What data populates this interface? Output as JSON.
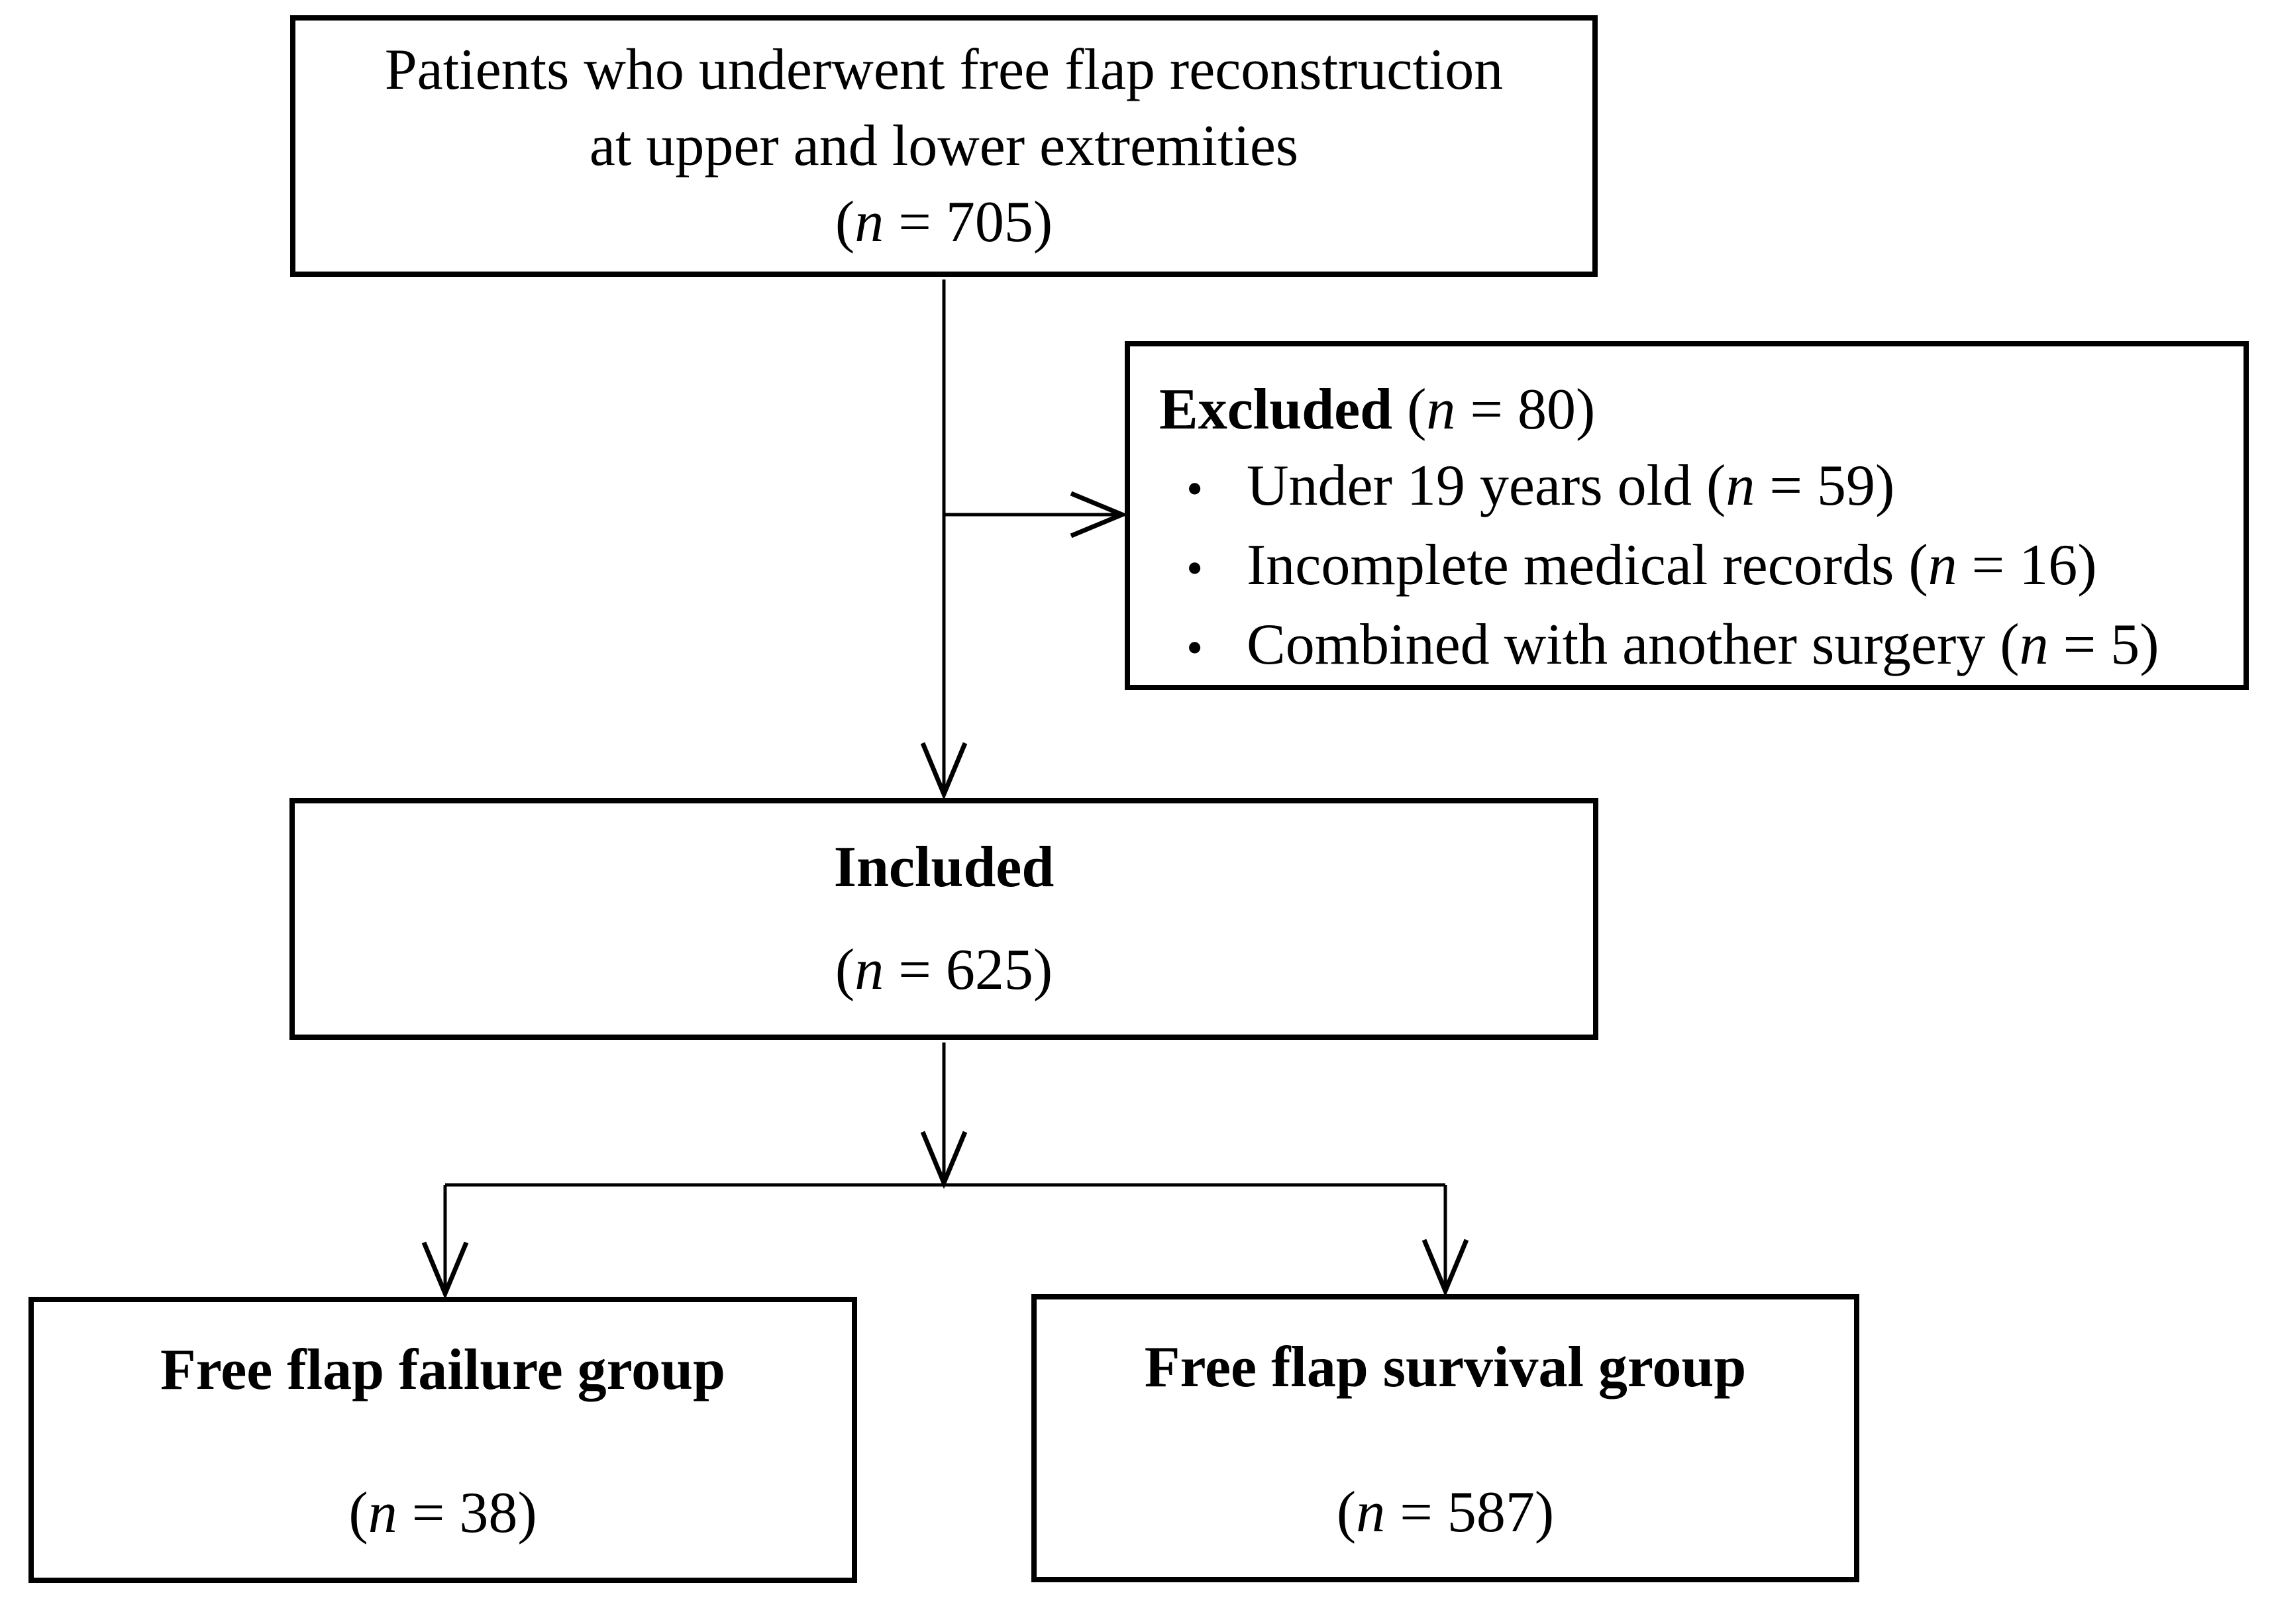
{
  "colors": {
    "ink": "#000000",
    "paper": "#ffffff"
  },
  "top_box": {
    "line1": "Patients who underwent free flap reconstruction",
    "line2": "at upper and lower extremities",
    "count_prefix": "(",
    "count_var": "n",
    "count_suffix": " = 705)"
  },
  "excluded_box": {
    "title_bold": "Excluded",
    "title_prefix": " (",
    "title_var": "n",
    "title_suffix": " = 80)",
    "bullet_glyph": "•",
    "items": [
      {
        "text": "Under 19 years old (",
        "var": "n",
        "suffix": " = 59)"
      },
      {
        "text": "Incomplete medical records (",
        "var": "n",
        "suffix": " = 16)"
      },
      {
        "text": "Combined with another surgery (",
        "var": "n",
        "suffix": " = 5)"
      }
    ]
  },
  "included_box": {
    "title": "Included",
    "count_prefix": "(",
    "count_var": "n",
    "count_suffix": " = 625)"
  },
  "failure_box": {
    "title": "Free flap failure group",
    "count_prefix": "(",
    "count_var": "n",
    "count_suffix": " = 38)"
  },
  "survival_box": {
    "title": "Free flap survival group",
    "count_prefix": "(",
    "count_var": "n",
    "count_suffix": " = 587)"
  }
}
